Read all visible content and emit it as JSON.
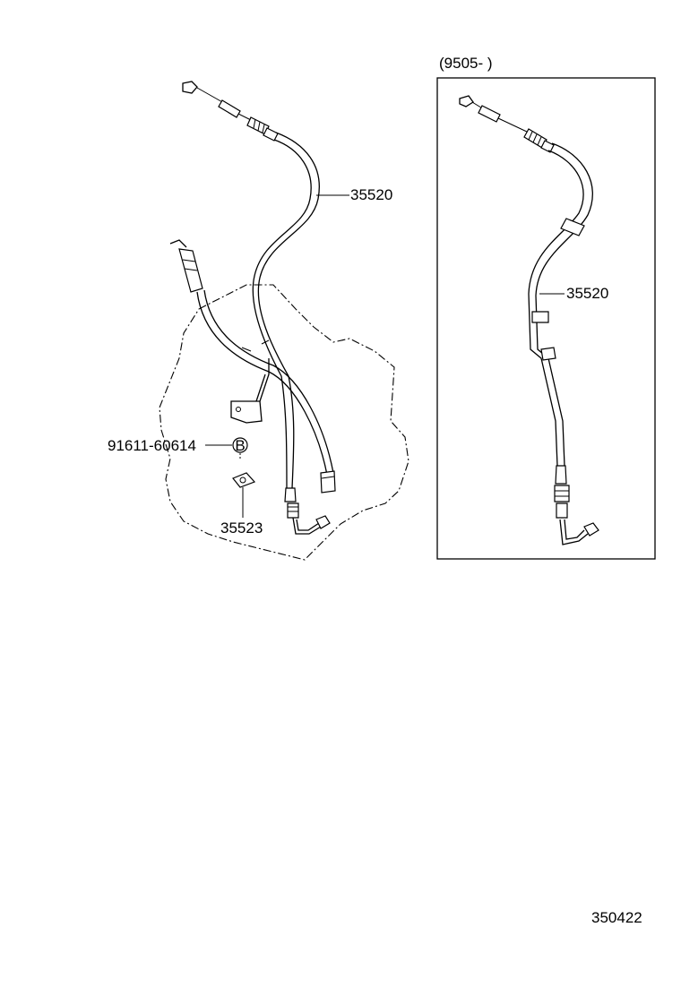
{
  "diagram": {
    "inset_range_label": "(9505-      )",
    "parts": {
      "cable_main": "35520",
      "cable_inset": "35520",
      "bolt": "91611-60614",
      "bracket": "35523"
    },
    "bolt_symbol": "B",
    "figure_number": "350422"
  }
}
